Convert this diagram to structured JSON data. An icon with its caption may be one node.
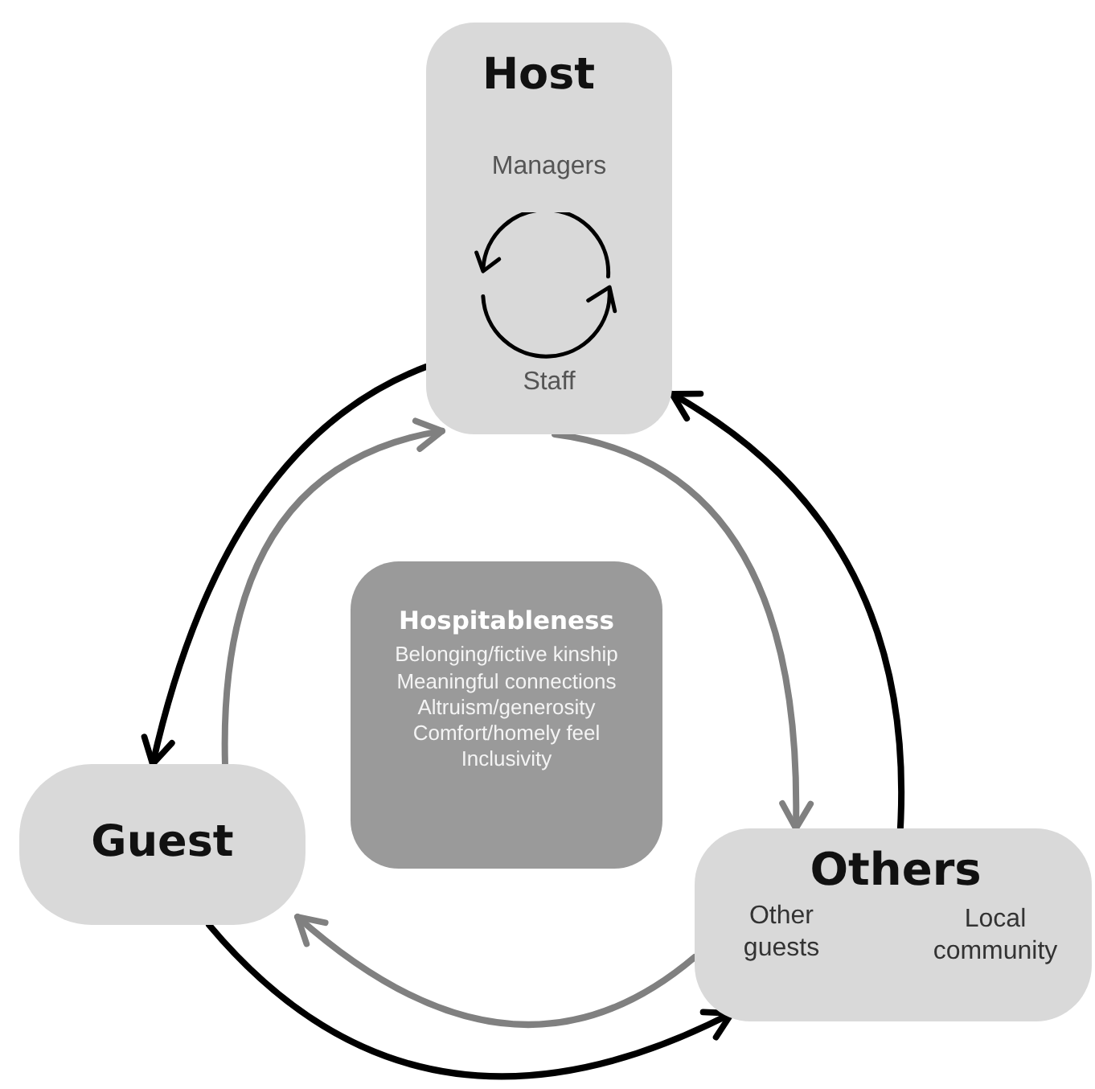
{
  "diagram": {
    "nodes": [
      {
        "text": [
          "Host",
          "Managers",
          "Staff"
        ]
      },
      {
        "text": [
          "Hospitableness",
          "Belonging/fictive kinship",
          "Meaningful connections",
          "Altruism/generosity",
          "Comfort/homely feel",
          "Inclusivity"
        ]
      },
      {
        "text": [
          "Guest"
        ]
      },
      {
        "text": [
          "Others",
          "Other guests",
          "Local community"
        ]
      }
    ],
    "edges": [
      {
        "from": 0,
        "to": 2,
        "arrow": "to"
      },
      {
        "from": 2,
        "to": 3,
        "arrow": "to"
      },
      {
        "from": 3,
        "to": 0,
        "arrow": "to"
      },
      {
        "from": 2,
        "to": 0,
        "arrow": "to",
        "color": "#808080"
      },
      {
        "from": 0,
        "to": 3,
        "arrow": "to",
        "color": "#808080"
      },
      {
        "from": 3,
        "to": 2,
        "arrow": "to",
        "color": "#808080"
      }
    ]
  }
}
